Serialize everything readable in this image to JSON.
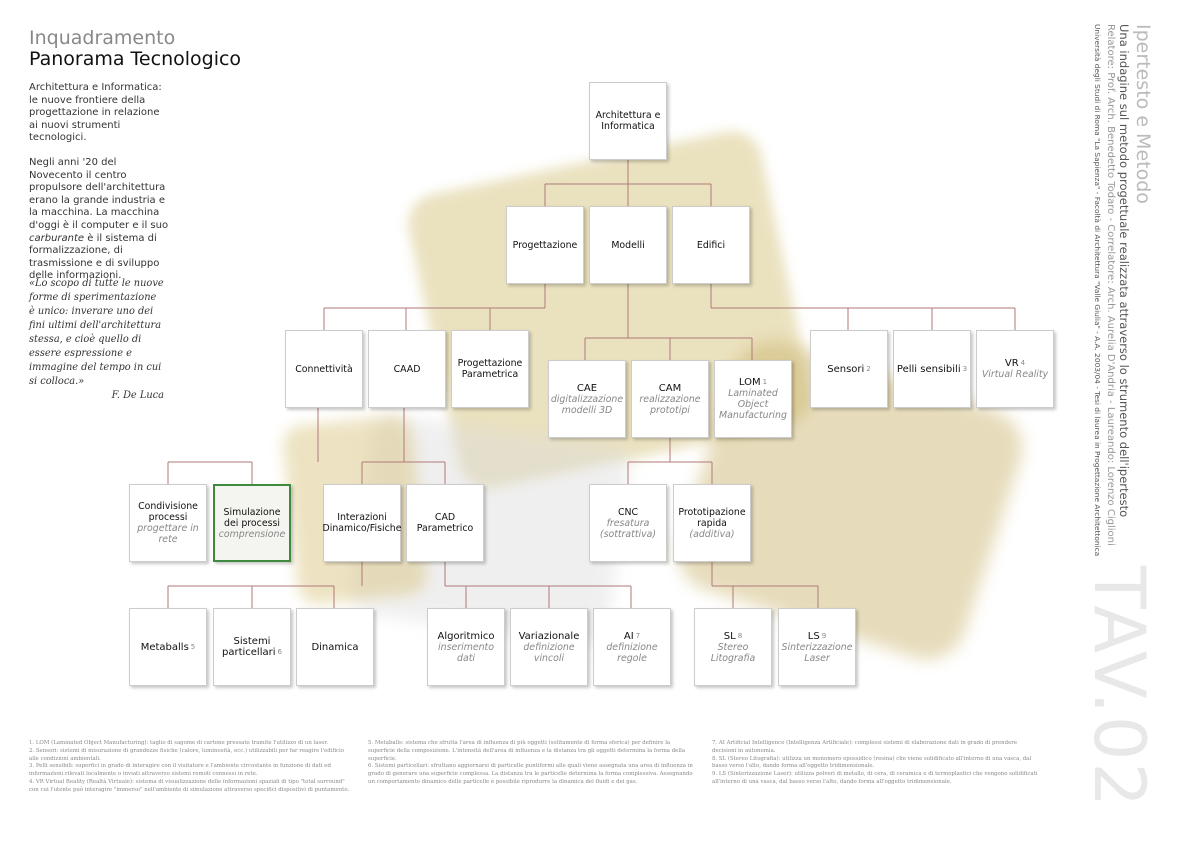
{
  "header": {
    "subtitle": "Inquadramento",
    "title": "Panorama Tecnologico"
  },
  "intro": {
    "p1": "Architettura e Informatica: le nuove frontiere della progettazione in relazione ai nuovi strumenti tecnologici.",
    "p2_before": "Negli anni '20 del Novecento il centro propulsore dell'architettura erano la grande industria e la macchina. La macchina d'oggi è il computer e il suo ",
    "p2_em": "carburante",
    "p2_after": " è il sistema di formalizzazione, di trasmissione e di sviluppo delle informazioni."
  },
  "quote": {
    "text": "«Lo scopo di tutte le nuove forme di sperimentazione è unico: inverare uno dei fini ultimi dell'architettura stessa, e cioè quello di essere espressione e immagine del tempo in cui si colloca.»",
    "author": "F. De Luca"
  },
  "diagram": {
    "architettura": {
      "title": "Architettura e Informatica"
    },
    "progettazione": {
      "title": "Progettazione"
    },
    "modelli": {
      "title": "Modelli"
    },
    "edifici": {
      "title": "Edifici"
    },
    "connettivita": {
      "title": "Connettività"
    },
    "caad": {
      "title": "CAAD"
    },
    "prog_parametrica": {
      "title": "Progettazione Parametrica"
    },
    "cae": {
      "title": "CAE",
      "sub": "digitalizzazione modelli 3D"
    },
    "cam": {
      "title": "CAM",
      "sub": "realizzazione prototipi"
    },
    "lom": {
      "title": "LOM",
      "sup": "1",
      "sub": "Laminated Object Manufacturing"
    },
    "sensori": {
      "title": "Sensori",
      "sup": "2"
    },
    "pelli": {
      "title": "Pelli sensibili",
      "sup": "3"
    },
    "vr": {
      "title": "VR",
      "sup": "4",
      "sub": "Virtual Reality"
    },
    "condivisione": {
      "title": "Condivisione processi",
      "sub": "progettare in rete"
    },
    "simulazione": {
      "title": "Simulazione dei processi",
      "sub": "comprensione"
    },
    "interazioni": {
      "title": "Interazioni Dinamico/Fisiche"
    },
    "cad_param": {
      "title": "CAD Parametrico"
    },
    "cnc": {
      "title": "CNC",
      "sub": "fresatura (sottrattiva)"
    },
    "prototipazione": {
      "title": "Prototipazione rapida",
      "sub": "(additiva)"
    },
    "metaballs": {
      "title": "Metaballs",
      "sup": "5"
    },
    "sistemi": {
      "title": "Sistemi particellari",
      "sup": "6"
    },
    "dinamica": {
      "title": "Dinamica"
    },
    "algoritmico": {
      "title": "Algoritmico",
      "sub": "inserimento dati"
    },
    "variazionale": {
      "title": "Variazionale",
      "sub": "definizione vincoli"
    },
    "ai": {
      "title": "AI",
      "sup": "7",
      "sub": "definizione regole"
    },
    "sl": {
      "title": "SL",
      "sup": "8",
      "sub": "Stereo Litografia"
    },
    "ls": {
      "title": "LS",
      "sup": "9",
      "sub": "Sinterizzazione Laser"
    }
  },
  "notes": {
    "col1": [
      "1. LOM (Laminated Object Manufacturing): taglio di sagome di cartone pressato tramite l'utilizzo di un laser.",
      "2. Sensori: sistemi di misurazione di grandezze fisiche (calore, luminosità, ecc.) utilizzabili per far reagire l'edificio alle condizioni ambientali.",
      "3. Pelli sensibili: superfici in grado di interagire con il visitatore e l'ambiente circostante in funzione di dati ed informazioni rilevati localmente o inviati attraverso sistemi remoti connessi in rete.",
      "4. VR Virtual Reality (Realtà Virtuale): sistema di visualizzazione delle informazioni spaziali di tipo \"total surround\" con cui l'utente può interagire \"immerso\" nell'ambiente di simulazione attraverso specifici dispositivi di puntamento."
    ],
    "col2": [
      "5. Metaballs: sistema che sfrutta l'area di influenza di più oggetti (solitamente di forma sferica) per definire la superficie della composizione. L'intensità dell'area di influenza e la distanza tra gli oggetti determina la forma della superficie.",
      "6. Sistemi particellari: sfruttano aggiornarsi di particelle puntiformi alle quali viene assegnata una area di influenza in grado di generare una superficie complessa. La distanza tra le particelle determina la forma complessiva. Assegnando un comportamento dinamico delle particelle è possibile riprodurre la dinamica dei fluidi e dei gas."
    ],
    "col3": [
      "7. AI Artificial Intelligence (Intelligenza Artificiale): complessi sistemi di elaborazione dati in grado di prendere decisioni in autonomia.",
      "8. SL (Stereo Litografia): utilizza un monomero epossidico (resina) che viene solidificato all'interno di una vasca, dal basso verso l'alto, dando forma all'oggetto tridimensionale.",
      "9. LS (Sinterizzazione Laser): utilizza polveri di metallo, di cera, di ceramica o di termoplastici che vengono solidificati all'interno di una vasca, dal basso verso l'alto, dando forma all'oggetto tridimensionale."
    ]
  },
  "side": {
    "title": "Ipertesto e Metodo",
    "subtitle": "Una indagine sul metodo progettuale realizzata attraverso lo strumento dell'ipertesto",
    "relatore": "Relatore: Prof. Arch. Benedetto Todaro - Correlatore: Arch. Aurelia D'Andria - Laureando: Lorenzo Ciglioni",
    "universita": "Università degli Studi di Roma \"La Sapienza\" - Facoltà di Architettura \"Valle Giulia\" - A.A. 2003/04 - Tesi di laurea in Progettazione Architettonica",
    "tav": "TAV.02"
  },
  "colors": {
    "connector": "#b07a7a",
    "highlight_border": "#3f8a3f",
    "background": "#ffffff"
  }
}
